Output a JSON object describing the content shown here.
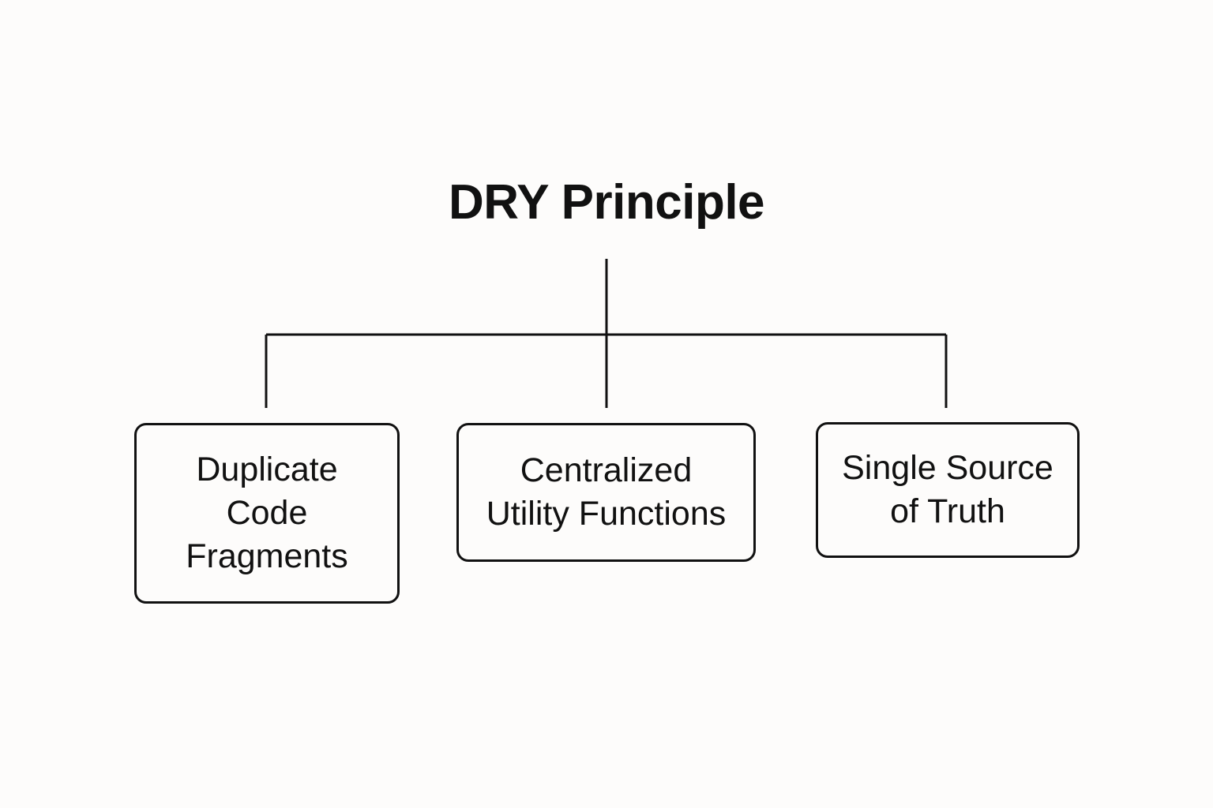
{
  "diagram": {
    "type": "hierarchy-tree",
    "title": "DRY Principle",
    "background_color": "#fdfcfb",
    "line_color": "#111111",
    "text_color": "#111111",
    "root": {
      "label": "DRY Principle"
    },
    "children": [
      {
        "id": "duplicate-code-fragments",
        "label": "Duplicate\nCode\nFragments",
        "lines": [
          "Duplicate",
          "Code",
          "Fragments"
        ]
      },
      {
        "id": "centralized-utility-functions",
        "label": "Centralized\nUtility Functions",
        "lines": [
          "Centralized",
          "Utility Functions"
        ]
      },
      {
        "id": "single-source-of-truth",
        "label": "Single Source\nof Truth",
        "lines": [
          "Single Source",
          "of Truth"
        ]
      }
    ]
  }
}
